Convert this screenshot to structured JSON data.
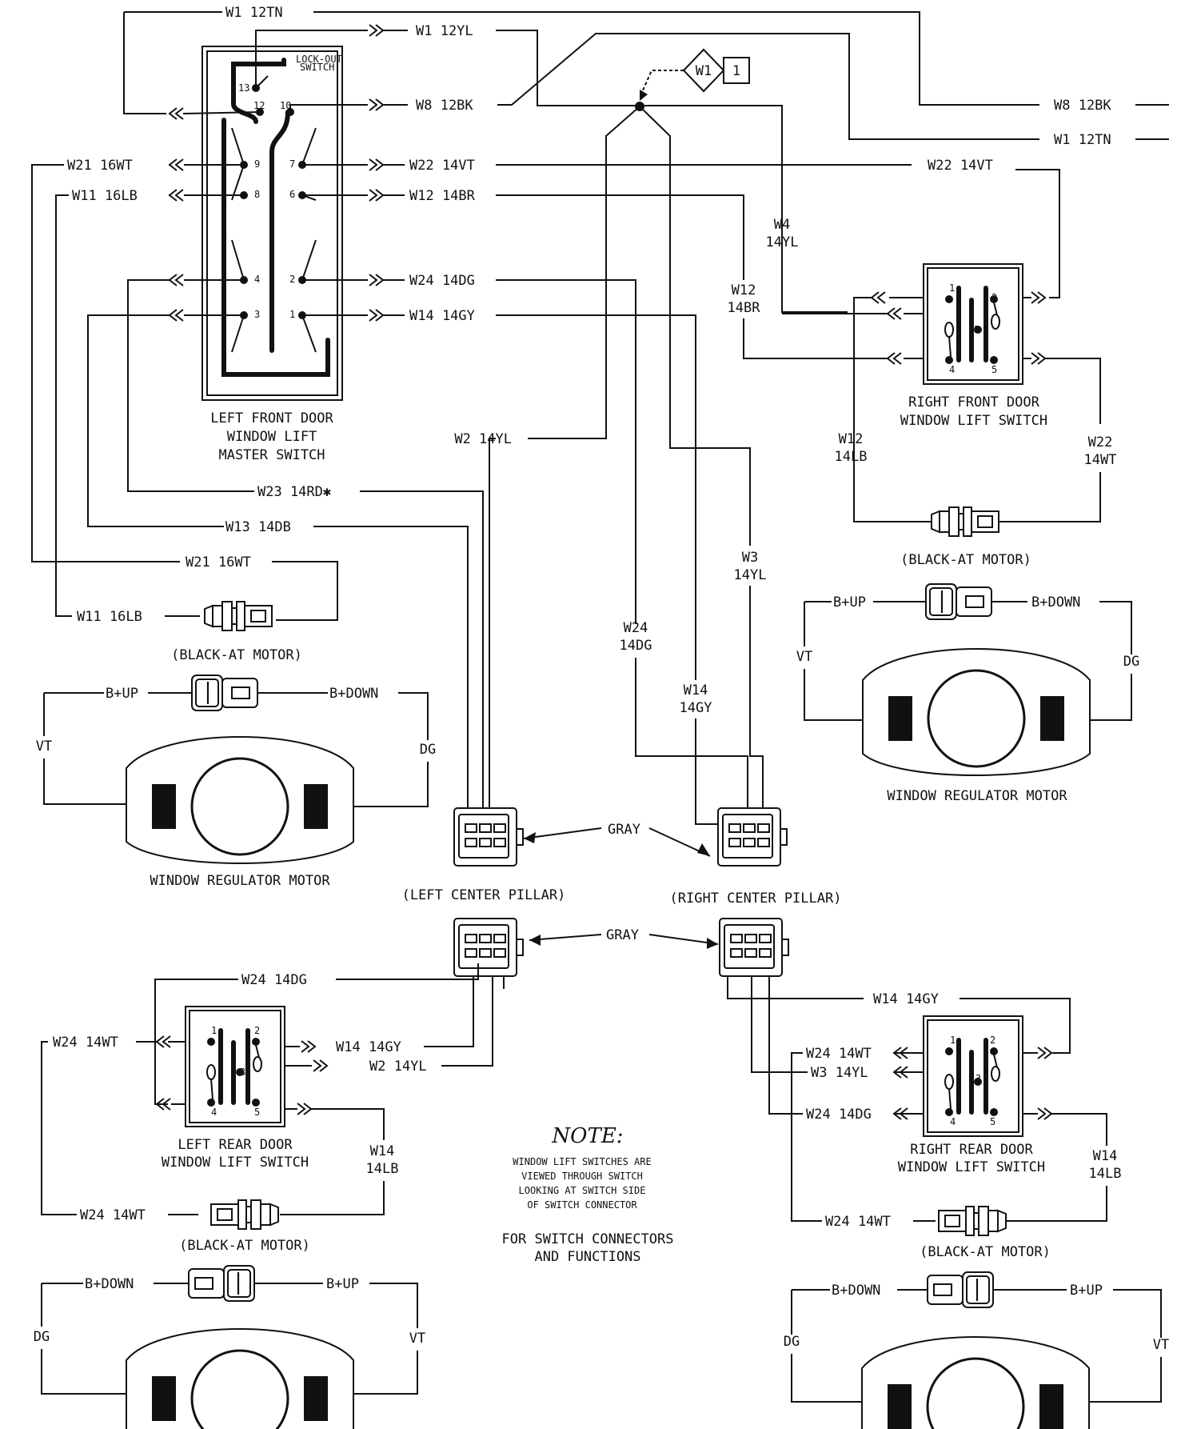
{
  "wires": {
    "w1_12tn_top": "W1 12TN",
    "w1_12yl": "W1 12YL",
    "w8_12bk": "W8 12BK",
    "w8_12bk_right": "W8 12BK",
    "w1_12tn_right": "W1 12TN",
    "w21_16wt": "W21 16WT",
    "w11_16lb": "W11 16LB",
    "w22_14vt": "W22 14VT",
    "w12_14br": "W12 14BR",
    "w24_14dg": "W24 14DG",
    "w14_14gy": "W14 14GY",
    "w22_14vt_right": "W22 14VT",
    "w4": "W4",
    "w4_c": "14YL",
    "w12_mid": "W12",
    "w12_mid_c": "14BR",
    "w2_14yl": "W2 14YL",
    "w23_14rd": "W23 14RD✱",
    "w13_14db": "W13 14DB",
    "w21_16wt_low": "W21 16WT",
    "w11_16lb_low": "W11 16LB",
    "w3": "W3",
    "w3_c": "14YL",
    "w24_mid": "W24",
    "w24_mid_c": "14DG",
    "w14_mid": "W14",
    "w14_mid_c": "14GY",
    "w12_rf": "W12",
    "w12_rf_c": "14LB",
    "w22_rf": "W22",
    "w22_rf_c": "14WT",
    "lr_w24_14dg": "W24 14DG",
    "lr_w24_14wt": "W24 14WT",
    "lr_w14_14gy": "W14 14GY",
    "lr_w2_14yl": "W2 14YL",
    "lr_w14": "W14",
    "lr_w14_c": "14LB",
    "lr_w24_14wt_low": "W24 14WT",
    "rr_w14_14gy": "W14 14GY",
    "rr_w24_14wt": "W24 14WT",
    "rr_w3_14yl": "W3 14YL",
    "rr_w24_14dg": "W24 14DG",
    "rr_w14": "W14",
    "rr_w14_c": "14LB",
    "rr_w24_14wt_low": "W24 14WT"
  },
  "splice": {
    "label": "W1",
    "number": "1"
  },
  "master_switch": {
    "lockout": "LOCK-OUT",
    "lockout2": "SWITCH",
    "caption1": "LEFT FRONT DOOR",
    "caption2": "WINDOW LIFT",
    "caption3": "MASTER SWITCH",
    "pins": [
      "13",
      "12",
      "10",
      "9",
      "7",
      "8",
      "6",
      "4",
      "2",
      "3",
      "1"
    ]
  },
  "right_front": {
    "caption1": "RIGHT FRONT DOOR",
    "caption2": "WINDOW LIFT SWITCH",
    "pin1": "1",
    "pin2": "2",
    "pin3": "3",
    "pin4": "4",
    "pin5": "5"
  },
  "left_rear": {
    "caption1": "LEFT REAR DOOR",
    "caption2": "WINDOW LIFT SWITCH",
    "pin1": "1",
    "pin2": "2",
    "pin3": "3",
    "pin4": "4",
    "pin5": "5"
  },
  "right_rear": {
    "caption1": "RIGHT REAR DOOR",
    "caption2": "WINDOW LIFT SWITCH",
    "pin1": "1",
    "pin2": "2",
    "pin3": "3",
    "pin4": "4",
    "pin5": "5"
  },
  "motors": {
    "black_at_motor": "(BLACK-AT MOTOR)",
    "bup": "B+UP",
    "bdown": "B+DOWN",
    "vt": "VT",
    "dg": "DG",
    "regulator": "WINDOW REGULATOR MOTOR"
  },
  "pillars": {
    "gray": "GRAY",
    "left": "(LEFT CENTER PILLAR)",
    "right": "(RIGHT CENTER PILLAR)"
  },
  "note": {
    "title": "NOTE:",
    "line1": "WINDOW LIFT SWITCHES ARE",
    "line2": "VIEWED THROUGH SWITCH",
    "line3": "LOOKING AT SWITCH SIDE",
    "line4": "OF SWITCH CONNECTOR",
    "line5": "FOR SWITCH CONNECTORS",
    "line6": "AND FUNCTIONS"
  }
}
